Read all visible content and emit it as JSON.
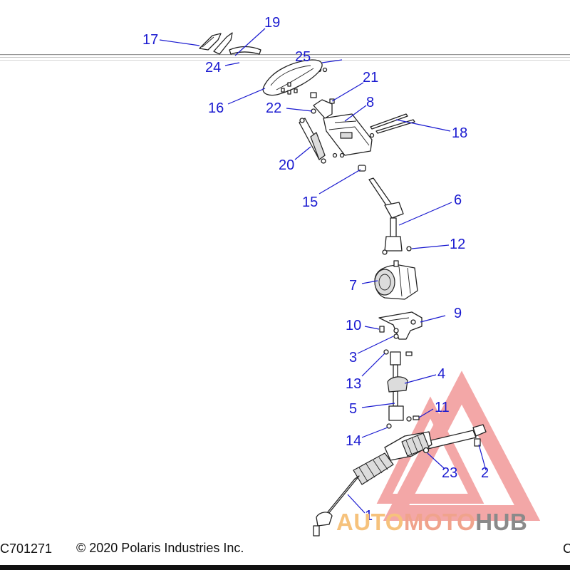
{
  "callouts": [
    {
      "num": "1"
    },
    {
      "num": "2"
    },
    {
      "num": "3"
    },
    {
      "num": "4"
    },
    {
      "num": "5"
    },
    {
      "num": "6"
    },
    {
      "num": "7"
    },
    {
      "num": "8"
    },
    {
      "num": "9"
    },
    {
      "num": "10"
    },
    {
      "num": "11"
    },
    {
      "num": "12"
    },
    {
      "num": "13"
    },
    {
      "num": "14"
    },
    {
      "num": "15"
    },
    {
      "num": "16"
    },
    {
      "num": "17"
    },
    {
      "num": "18"
    },
    {
      "num": "19"
    },
    {
      "num": "20"
    },
    {
      "num": "21"
    },
    {
      "num": "22"
    },
    {
      "num": "23"
    },
    {
      "num": "24"
    },
    {
      "num": "25"
    }
  ],
  "footer": {
    "drawing_id": "C701271",
    "copyright": "© 2020 Polaris Industries Inc.",
    "right_partial": "C"
  },
  "watermark": {
    "part_a": "AUTO",
    "part_b": "MOTO",
    "part_c": "HUB",
    "colors": {
      "auto": "#f6c27c",
      "moto": "#f0a38c",
      "hub": "#8a8a8a",
      "triangle": "#f08a8a"
    }
  },
  "colors": {
    "callout": "#1a1ad0",
    "line_art": "#222222"
  }
}
